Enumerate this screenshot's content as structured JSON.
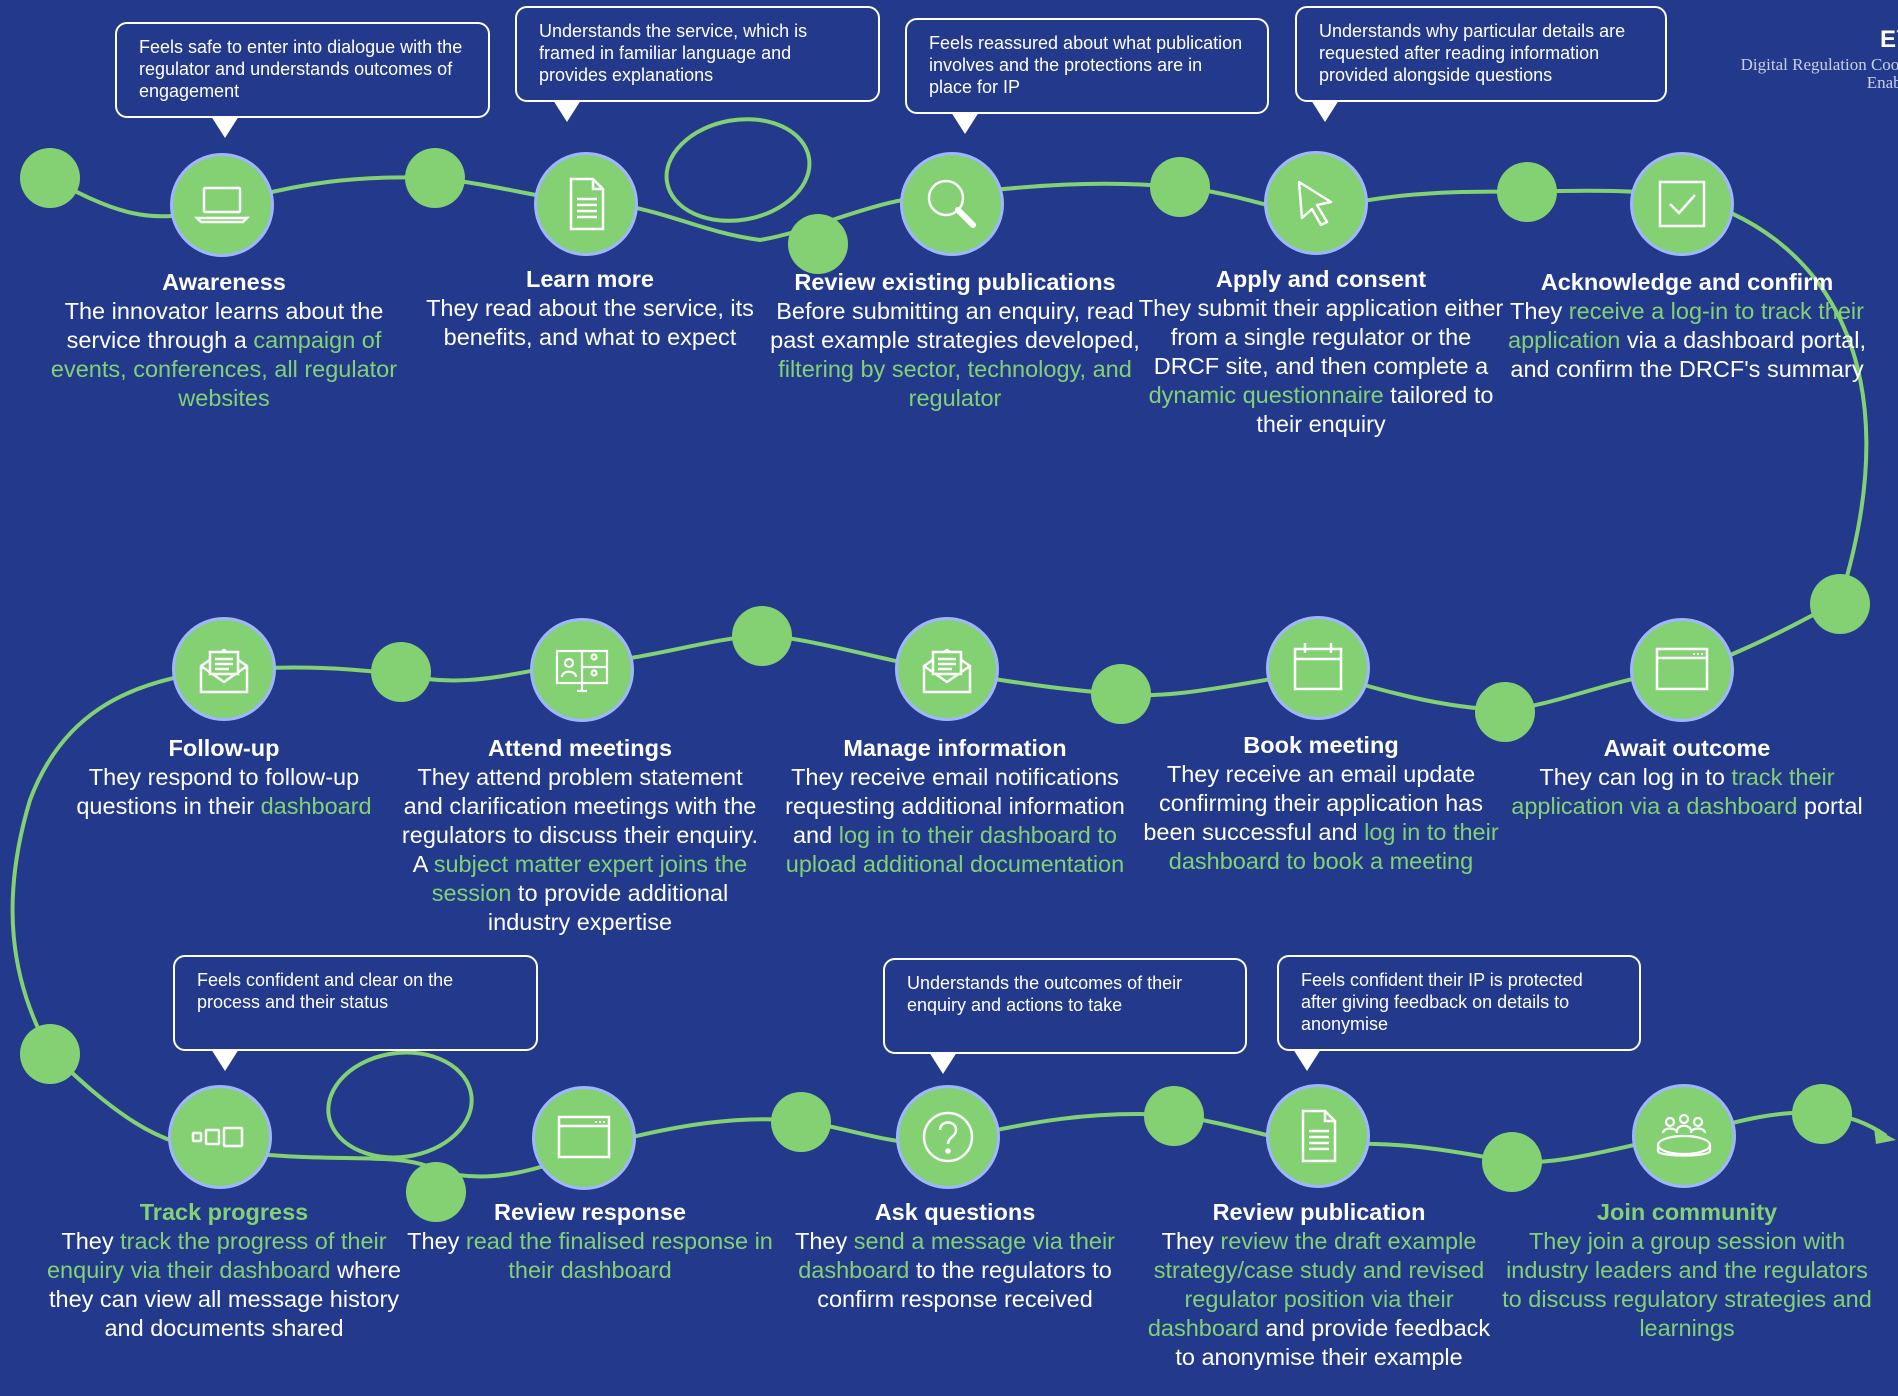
{
  "header": {
    "logo_text": "EY",
    "org_line1": "Digital Regulation Cooperati",
    "org_line2": "Enabling I"
  },
  "colors": {
    "background": "#233a8c",
    "accent_green": "#83d173",
    "ring_blue": "#9fb6ff",
    "text": "#ffffff"
  },
  "bubbles": [
    {
      "text": "Feels safe to enter into dialogue with the regulator and understands outcomes of engagement"
    },
    {
      "text": "Understands the service, which is framed in familiar language and provides explanations"
    },
    {
      "text": "Feels reassured about what publication involves and the protections are in place for IP"
    },
    {
      "text": "Understands why particular details are requested after reading information provided alongside questions"
    },
    {
      "text": "Feels confident and clear on the process and their status"
    },
    {
      "text": "Understands the outcomes of their enquiry and actions to take"
    },
    {
      "text": "Feels confident their IP is protected after giving feedback on details to anonymise"
    }
  ],
  "stages": [
    {
      "title": "Awareness",
      "icon": "laptop-icon",
      "parts": [
        {
          "t": "The innovator learns about the service through a "
        },
        {
          "t": "campaign of events, conferences, all regulator websites",
          "hl": true
        }
      ]
    },
    {
      "title": "Learn more",
      "icon": "document-icon",
      "parts": [
        {
          "t": "They read about the service, its benefits, and what to expect"
        }
      ]
    },
    {
      "title": "Review existing publications",
      "icon": "magnifier-icon",
      "parts": [
        {
          "t": "Before submitting an enquiry, read past example strategies developed, "
        },
        {
          "t": "filtering by sector, technology, and regulator",
          "hl": true
        }
      ]
    },
    {
      "title": "Apply and consent",
      "icon": "cursor-icon",
      "parts": [
        {
          "t": "They submit their application either from a single regulator or the DRCF site, and then complete a "
        },
        {
          "t": "dynamic questionnaire",
          "hl": true
        },
        {
          "t": " tailored to their enquiry"
        }
      ]
    },
    {
      "title": "Acknowledge and confirm",
      "icon": "checkbox-icon",
      "parts": [
        {
          "t": "They "
        },
        {
          "t": "receive a log-in to track their application",
          "hl": true
        },
        {
          "t": " via a dashboard portal, and confirm the DRCF's summary"
        }
      ]
    },
    {
      "title": "Follow-up",
      "icon": "envelope-icon",
      "parts": [
        {
          "t": "They respond to follow-up questions in their "
        },
        {
          "t": "dashboard",
          "hl": true
        }
      ]
    },
    {
      "title": "Attend meetings",
      "icon": "video-call-icon",
      "parts": [
        {
          "t": "They attend problem statement and clarification meetings with the regulators to discuss their enquiry. A "
        },
        {
          "t": "subject matter expert joins the session",
          "hl": true
        },
        {
          "t": " to provide additional industry expertise"
        }
      ]
    },
    {
      "title": "Manage information",
      "icon": "envelope-icon",
      "parts": [
        {
          "t": "They receive email notifications requesting additional information and "
        },
        {
          "t": "log in to their dashboard to upload additional documentation",
          "hl": true
        }
      ]
    },
    {
      "title": "Book meeting",
      "icon": "calendar-icon",
      "parts": [
        {
          "t": "They receive an email update confirming their application has been successful and "
        },
        {
          "t": "log in to their dashboard to book a meeting",
          "hl": true
        }
      ]
    },
    {
      "title": "Await outcome",
      "icon": "browser-window-icon",
      "parts": [
        {
          "t": "They can log in to "
        },
        {
          "t": "track their application via a dashboard",
          "hl": true
        },
        {
          "t": " portal"
        }
      ]
    },
    {
      "title": "Track progress",
      "icon": "progress-squares-icon",
      "title_green": true,
      "parts": [
        {
          "t": "They "
        },
        {
          "t": "track the progress of their enquiry via their dashboard",
          "hl": true
        },
        {
          "t": " where they can view all message history and documents shared"
        }
      ]
    },
    {
      "title": "Review response",
      "icon": "browser-window-icon",
      "parts": [
        {
          "t": "They "
        },
        {
          "t": "read the finalised response in their dashboard",
          "hl": true
        }
      ]
    },
    {
      "title": "Ask questions",
      "icon": "question-icon",
      "parts": [
        {
          "t": "They "
        },
        {
          "t": "send a message via their dashboard",
          "hl": true
        },
        {
          "t": " to the regulators to confirm response received"
        }
      ]
    },
    {
      "title": "Review publication",
      "icon": "document-icon",
      "parts": [
        {
          "t": "They "
        },
        {
          "t": "review the draft example strategy/case study and revised regulator position via their dashboard",
          "hl": true
        },
        {
          "t": " and provide feedback to anonymise their example"
        }
      ]
    },
    {
      "title": "Join community",
      "icon": "group-table-icon",
      "title_green": true,
      "parts": [
        {
          "t": "They join a group session with industry leaders and the regulators to discuss regulatory strategies and learnings",
          "hl": true
        }
      ]
    }
  ]
}
